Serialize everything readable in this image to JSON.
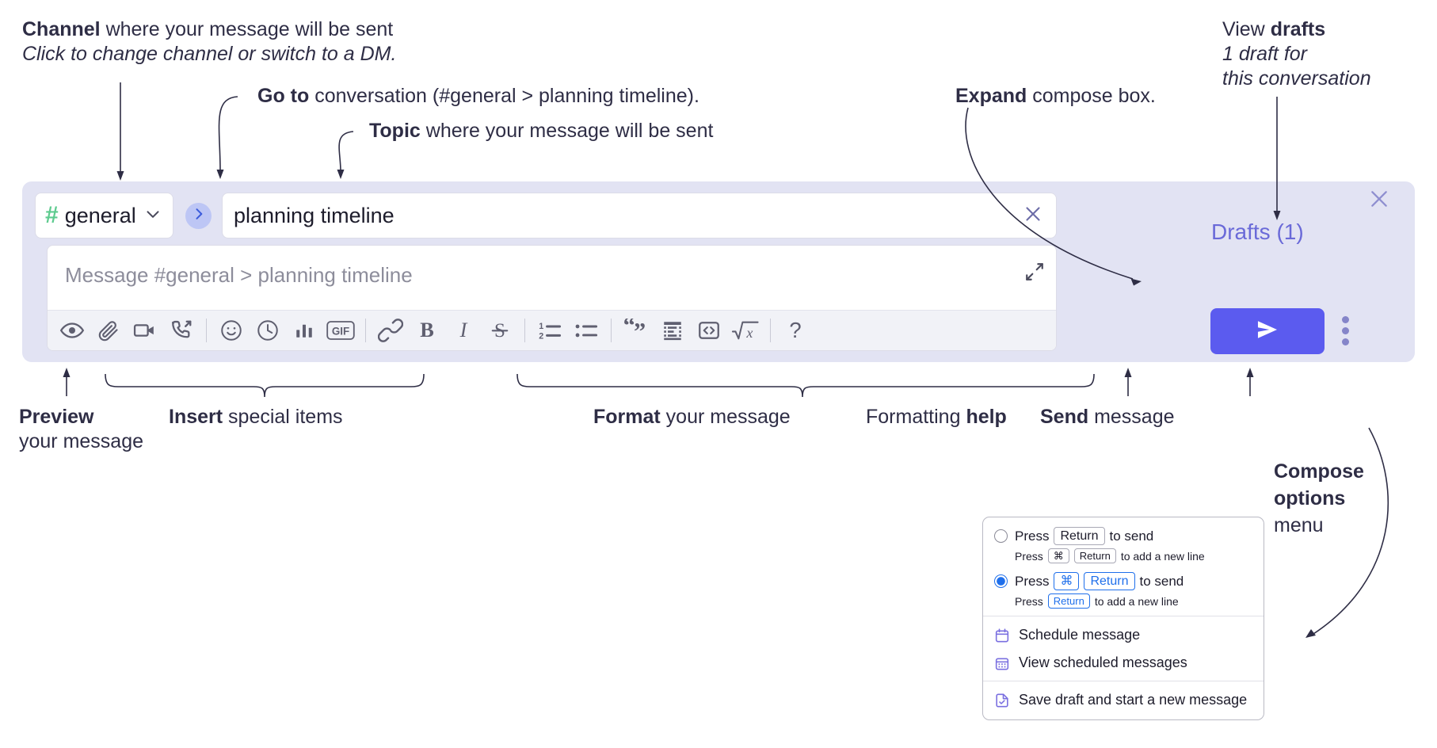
{
  "annotations": {
    "channel": {
      "bold": "Channel",
      "rest": " where your message will be sent",
      "sub": "Click to change channel or switch to a DM."
    },
    "goto": {
      "bold": "Go to",
      "rest": " conversation (#general > planning timeline)."
    },
    "topic": {
      "bold": "Topic",
      "rest": " where your message will be sent"
    },
    "expand": {
      "bold": "Expand",
      "rest": " compose box."
    },
    "drafts": {
      "pre": "View ",
      "bold": "drafts",
      "sub1": "1 draft for",
      "sub2": "this conversation"
    },
    "preview": {
      "bold": "Preview",
      "line2": "your message"
    },
    "insert": {
      "bold": "Insert",
      "rest": " special items"
    },
    "format": {
      "bold": "Format",
      "rest": " your message"
    },
    "help": {
      "pre": "Formatting ",
      "bold": "help"
    },
    "send": {
      "bold": "Send",
      "rest": " message"
    },
    "compose_options": {
      "bold1": "Compose",
      "bold2": "options",
      "rest": "menu"
    }
  },
  "compose": {
    "channel_name": "general",
    "channel_hash": "#",
    "channel_chevron_icon": "chevron-down-icon",
    "goto_icon": "chevron-right-icon",
    "topic_value": "planning timeline",
    "topic_clear_icon": "close-icon",
    "message_placeholder": "Message #general > planning timeline",
    "expand_icon": "expand-icon",
    "widget_close_icon": "close-icon",
    "drafts_label": "Drafts (1)",
    "send_icon": "send-paper-plane-icon",
    "kebab_icon": "more-vertical-icon",
    "toolbar": [
      {
        "name": "preview-button",
        "icon": "eye-icon"
      },
      {
        "name": "attach-file-button",
        "icon": "paperclip-icon"
      },
      {
        "name": "video-clip-button",
        "icon": "video-camera-icon"
      },
      {
        "name": "audio-clip-button",
        "icon": "phone-arrow-icon"
      },
      {
        "name": "separator-1",
        "icon": "divider"
      },
      {
        "name": "emoji-button",
        "icon": "smiley-icon"
      },
      {
        "name": "schedule-button",
        "icon": "clock-icon"
      },
      {
        "name": "poll-button",
        "icon": "bar-chart-icon"
      },
      {
        "name": "gif-button",
        "icon": "gif-icon",
        "label": "GIF"
      },
      {
        "name": "separator-2",
        "icon": "divider"
      },
      {
        "name": "link-button",
        "icon": "link-icon"
      },
      {
        "name": "bold-button",
        "icon": "bold-icon",
        "label": "B"
      },
      {
        "name": "italic-button",
        "icon": "italic-icon",
        "label": "I"
      },
      {
        "name": "strikethrough-button",
        "icon": "strikethrough-icon",
        "label": "S"
      },
      {
        "name": "separator-3",
        "icon": "divider"
      },
      {
        "name": "ordered-list-button",
        "icon": "ordered-list-icon"
      },
      {
        "name": "bulleted-list-button",
        "icon": "bulleted-list-icon"
      },
      {
        "name": "separator-4",
        "icon": "divider"
      },
      {
        "name": "blockquote-button",
        "icon": "quote-icon"
      },
      {
        "name": "code-block-button",
        "icon": "code-block-icon"
      },
      {
        "name": "code-button",
        "icon": "code-brackets-icon"
      },
      {
        "name": "math-button",
        "icon": "square-root-x-icon"
      },
      {
        "name": "separator-5",
        "icon": "divider"
      },
      {
        "name": "formatting-help-button",
        "icon": "question-mark-icon",
        "label": "?"
      }
    ]
  },
  "menu": {
    "option_1": {
      "selected": false,
      "pre": "Press",
      "key": "Return",
      "post": "to send",
      "sub_pre": "Press",
      "sub_key1": "⌘",
      "sub_key2": "Return",
      "sub_post": "to add a new line"
    },
    "option_2": {
      "selected": true,
      "pre": "Press",
      "key1": "⌘",
      "key2": "Return",
      "post": "to send",
      "sub_pre": "Press",
      "sub_key": "Return",
      "sub_post": "to add a new line"
    },
    "items": [
      {
        "label": "Schedule message",
        "icon": "calendar-icon"
      },
      {
        "label": "View scheduled messages",
        "icon": "calendar-grid-icon"
      },
      {
        "label": "Save draft and start a new message",
        "icon": "document-check-icon"
      }
    ]
  },
  "colors": {
    "widget_bg": "#e2e3f3",
    "send_button": "#5b5bef",
    "drafts_text": "#6a6ad8",
    "hash_green": "#5ecb8f",
    "goto_circle": "#bdc6f5",
    "accent_blue": "#1f6feb",
    "menu_icon_purple": "#7a6fe0"
  }
}
